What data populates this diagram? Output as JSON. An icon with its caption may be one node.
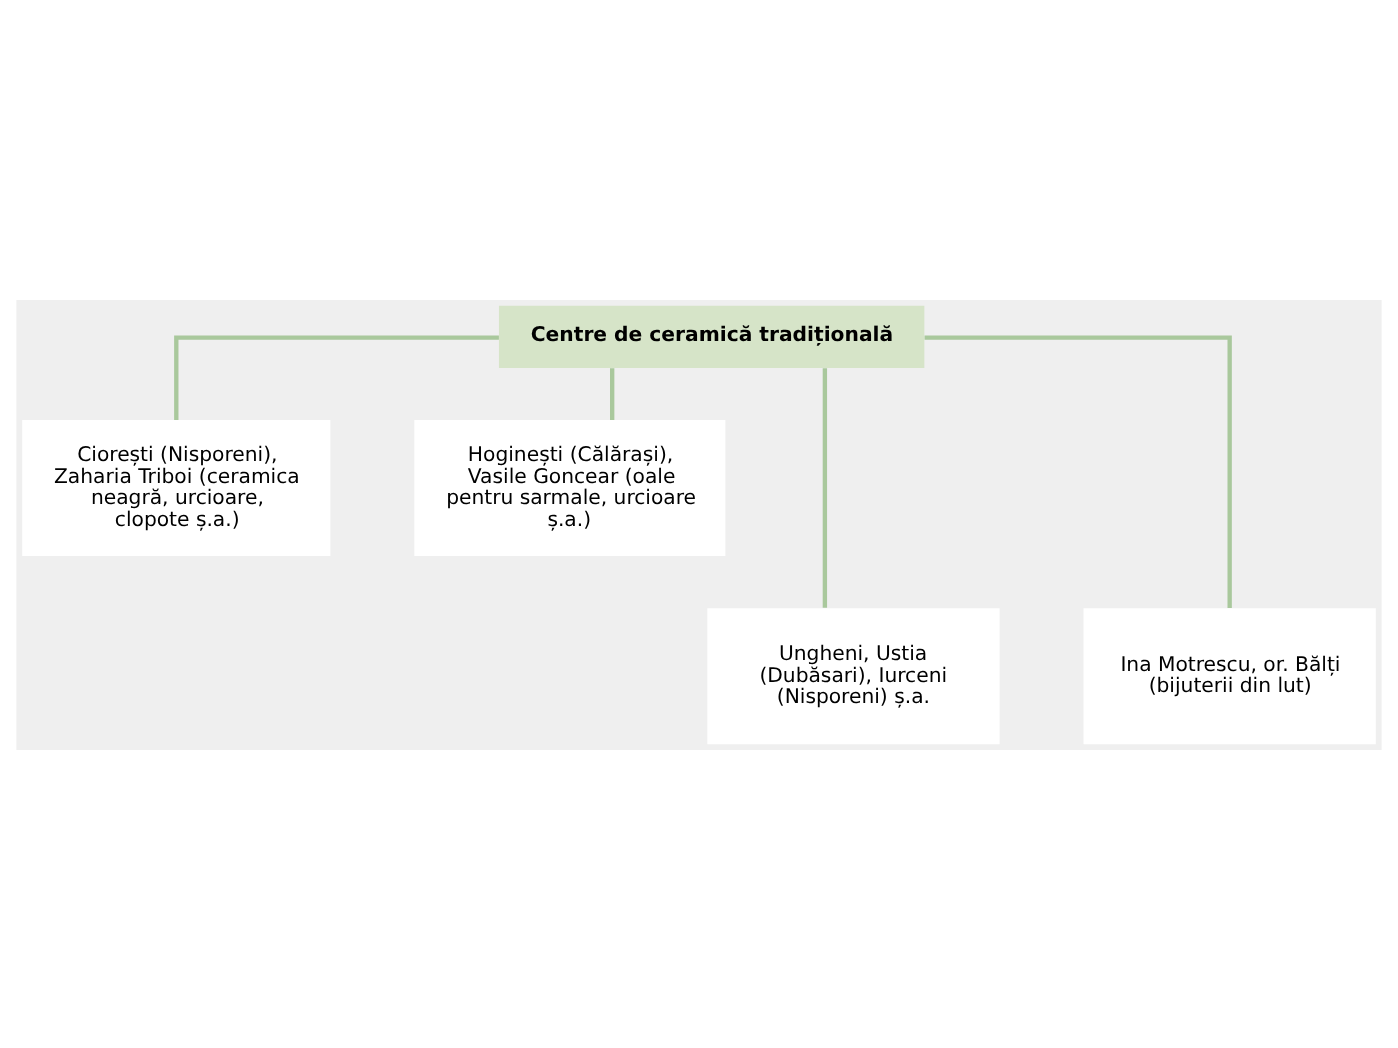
{
  "diagram": {
    "nodes": [
      {
        "text": [
          "Centre de ceramică tradițională"
        ]
      },
      {
        "text": [
          "Ciorești (Nisporeni), Zaharia Triboi (ceramica neagră, urcioare, clopote ș.a.)"
        ]
      },
      {
        "text": [
          "Hoginești (Călărași), Vasile Goncear (oale pentru sarmale, urcioare ș.a.)"
        ]
      },
      {
        "text": [
          "Ungheni, Ustia (Dubăsari), Iurceni (Nisporeni) ș.a."
        ]
      },
      {
        "text": [
          "Ina Motrescu, or. Bălți (bijuterii din lut)"
        ]
      }
    ],
    "edges": [
      {
        "from": 0,
        "to": 1,
        "arrow": "none"
      },
      {
        "from": 0,
        "to": 2,
        "arrow": "none"
      },
      {
        "from": 0,
        "to": 3,
        "arrow": "none"
      },
      {
        "from": 0,
        "to": 4,
        "arrow": "none"
      }
    ]
  }
}
